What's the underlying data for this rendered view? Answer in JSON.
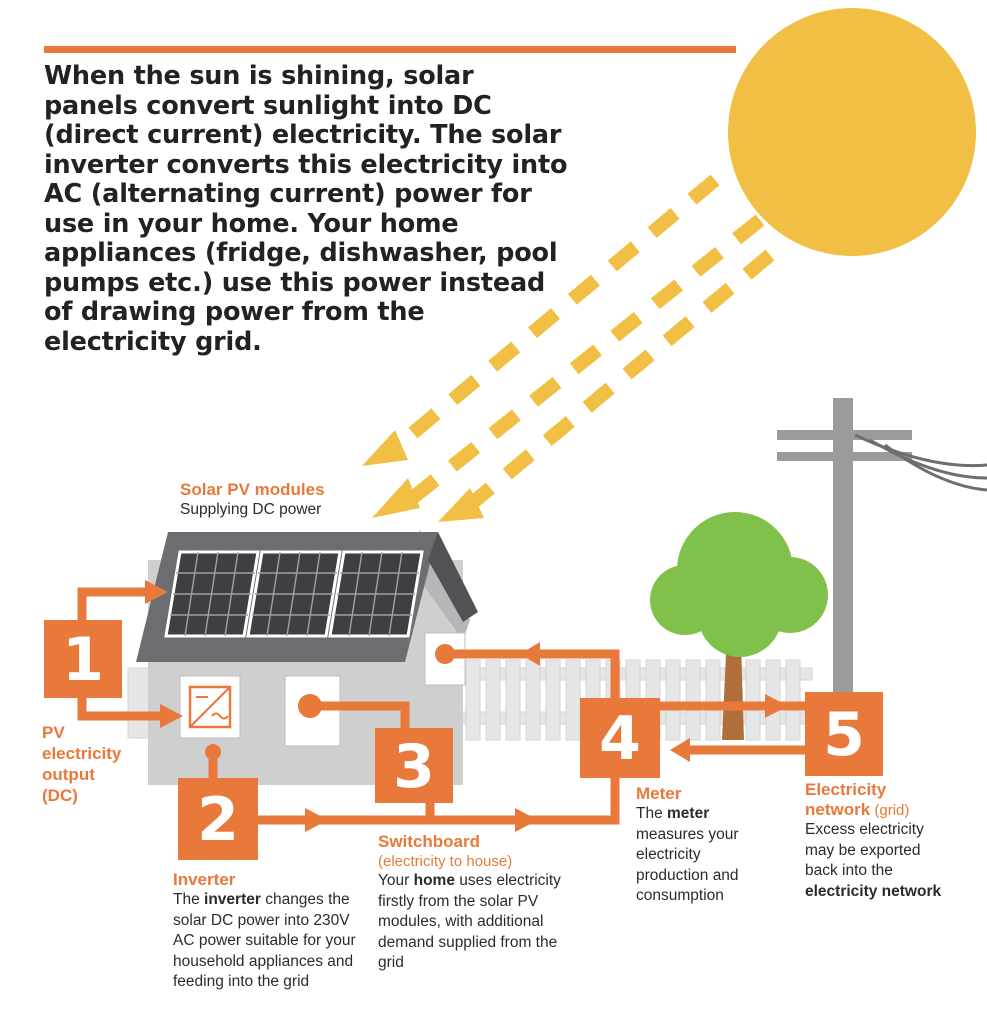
{
  "headline": "When the sun is shining, solar panels convert sunlight into DC (direct current) electricity. The solar inverter converts this electricity into AC (alternating current) power for use in your home. Your home appliances (fridge, dishwasher, pool pumps etc.) use this power instead of drawing power from the electricity grid.",
  "colors": {
    "accent": "#e8793a",
    "sun": "#f2bf45",
    "roof": "#6b6d70",
    "house": "#cfcfd0",
    "panel": "#3d3f42",
    "tree_leaves": "#7fc14a",
    "pole": "#9a9b9d"
  },
  "steps": [
    {
      "number": "1"
    },
    {
      "number": "2"
    },
    {
      "number": "3"
    },
    {
      "number": "4"
    },
    {
      "number": "5"
    }
  ],
  "labels": {
    "solar_pv": {
      "title": "Solar PV modules",
      "body": "Supplying DC power"
    },
    "pv_output": {
      "line1": "PV",
      "line2": "electricity",
      "line3": "output",
      "line4": "(DC)"
    },
    "inverter": {
      "title": "Inverter",
      "body_pre": "The ",
      "body_bold": "inverter",
      "body_post": " changes the solar DC power into 230V AC power suitable for your household appliances and feeding into the grid"
    },
    "switchboard": {
      "title": "Switchboard",
      "subtitle": "(electricity to house)",
      "body_pre": "Your ",
      "body_bold": "home",
      "body_post": " uses electricity firstly from the solar PV modules, with additional demand supplied from the grid"
    },
    "meter": {
      "title": "Meter",
      "body_pre": "The ",
      "body_bold": "meter",
      "body_post": " measures your electricity production and consumption"
    },
    "network": {
      "title": "Electricity network",
      "title_suffix": " (grid)",
      "body_pre": "Excess electricity may be exported back into the ",
      "body_bold": "electricity network"
    }
  }
}
